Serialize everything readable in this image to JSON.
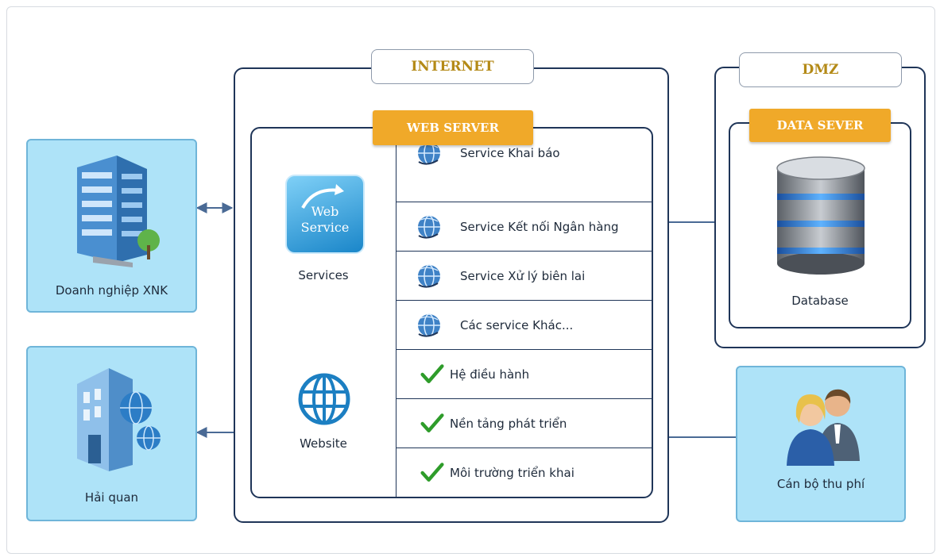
{
  "internet": {
    "label": "INTERNET"
  },
  "dmz": {
    "label": "DMZ"
  },
  "web_server": {
    "label": "WEB SERVER",
    "services_caption": "Services",
    "website_caption": "Website",
    "web_service_icon_lines": [
      "Web",
      "Service"
    ],
    "rows": [
      {
        "text": "Service Khai báo",
        "icon": "globe-icon"
      },
      {
        "text": "Service Kết nối Ngân hàng",
        "icon": "globe-icon"
      },
      {
        "text": "Service Xử lý biên lai",
        "icon": "globe-icon"
      },
      {
        "text": "Các service Khác...",
        "icon": "globe-icon"
      },
      {
        "text": "Hệ điều hành",
        "icon": "check-icon"
      },
      {
        "text": "Nền tảng phát triển",
        "icon": "check-icon"
      },
      {
        "text": "Môi trường triển khai",
        "icon": "check-icon"
      }
    ]
  },
  "data_server": {
    "label": "DATA SEVER",
    "db_caption": "Database"
  },
  "entities": {
    "enterprise": "Doanh nghiệp XNK",
    "customs": "Hải quan",
    "fee_officer": "Cán bộ thu phí"
  },
  "colors": {
    "border": "#1f3558",
    "orange": "#f0a929",
    "label_text": "#b48a17",
    "entity_bg": "#aee3f8",
    "check": "#2e9c2a"
  }
}
